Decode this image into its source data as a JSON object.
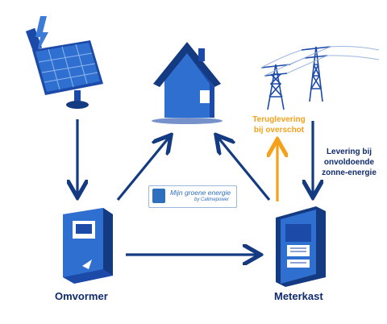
{
  "colors": {
    "arrow": "#143a82",
    "feedback_arrow": "#f5a11c",
    "icon_dark": "#1c4aa8",
    "icon_light": "#3d7bd9"
  },
  "labels": {
    "omvormer": "Omvormer",
    "meterkast": "Meterkast",
    "teruglevering_line1": "Teruglevering",
    "teruglevering_line2": "bij overschot",
    "levering_line1": "Levering bij",
    "levering_line2": "onvoldoende",
    "levering_line3": "zonne-energie"
  },
  "logo": {
    "title": "Mijn groene energie",
    "subtitle": "by Callmepower"
  }
}
